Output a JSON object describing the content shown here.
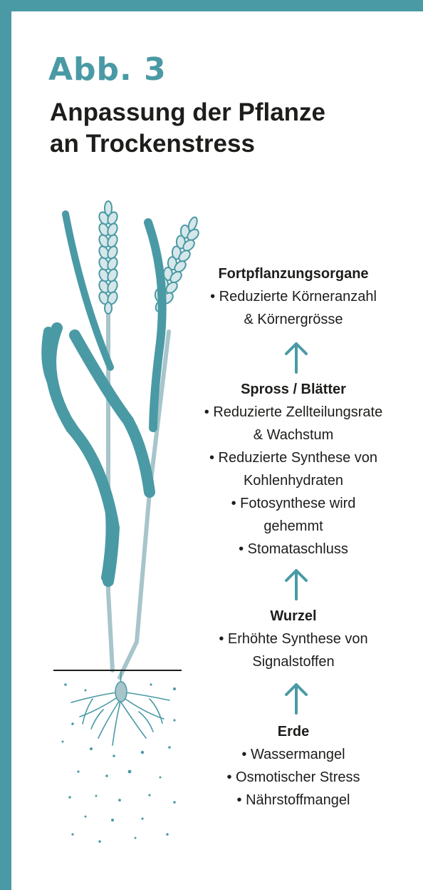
{
  "figure": {
    "label": "Abb. 3",
    "title_line1": "Anpassung der Pflanze",
    "title_line2": "an Trockenstress"
  },
  "colors": {
    "accent": "#4a9aa5",
    "stem": "#a7c5cb",
    "text": "#1d1d1b",
    "ground": "#1d1d1b"
  },
  "sections": {
    "reproduction": {
      "heading": "Fortpflanzungsorgane",
      "items": [
        "• Reduzierte Körneranzahl",
        "& Körnergrösse"
      ]
    },
    "shoot": {
      "heading": "Spross / Blätter",
      "items": [
        "• Reduzierte Zellteilungsrate",
        "& Wachstum",
        "• Reduzierte Synthese von",
        "Kohlenhydraten",
        "• Fotosynthese wird",
        "gehemmt",
        "• Stomataschluss"
      ]
    },
    "root": {
      "heading": "Wurzel",
      "items": [
        "• Erhöhte Synthese von",
        "Signalstoffen"
      ]
    },
    "soil": {
      "heading": "Erde",
      "items": [
        "• Wassermangel",
        "• Osmotischer Stress",
        "• Nährstoffmangel"
      ]
    }
  },
  "icons": {
    "arrow": "arrow-up-icon",
    "plant": "wheat-plant-icon",
    "roots": "root-system-icon"
  }
}
